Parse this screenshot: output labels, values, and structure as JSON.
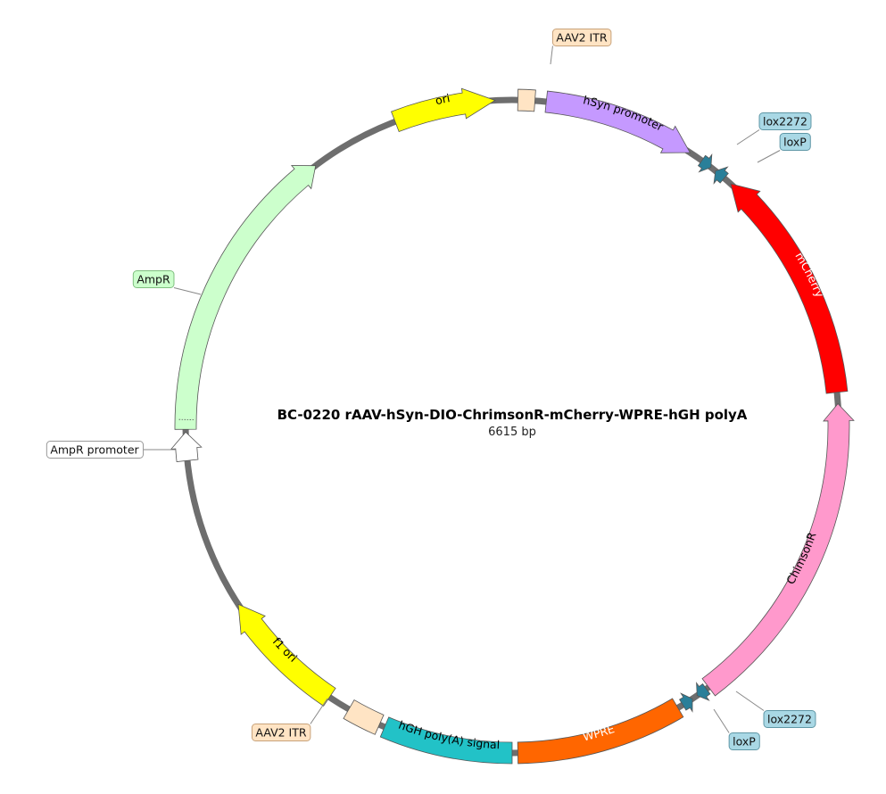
{
  "map": {
    "title": "BC-0220  rAAV-hSyn-DIO-ChrimsonR-mCherry-WPRE-hGH polyA",
    "size_label": "6615 bp",
    "features": [
      {
        "id": "ori",
        "label": "ori",
        "color": "#ffff00",
        "text_color": "#000000",
        "start": 339,
        "end": 357,
        "arrow": "cw",
        "label_mode": "inside"
      },
      {
        "id": "aav2-itr-top",
        "label": "AAV2 ITR",
        "color": "#ffe4c4",
        "start": 1,
        "end": 4,
        "arrow": "none",
        "label_mode": "external"
      },
      {
        "id": "hsyn-promoter",
        "label": "hSyn promoter",
        "color": "#c599ff",
        "text_color": "#000000",
        "start": 6,
        "end": 33,
        "arrow": "cw",
        "label_mode": "inside"
      },
      {
        "id": "lox2272-top",
        "label": "lox2272",
        "color": "#2a7f99",
        "start": 35.5,
        "end": 37.5,
        "arrow": "cw",
        "label_mode": "external"
      },
      {
        "id": "loxp-top",
        "label": "loxP",
        "color": "#2a7f99",
        "start": 38.5,
        "end": 40.5,
        "arrow": "ccw",
        "label_mode": "external"
      },
      {
        "id": "mcherry",
        "label": "mCherry",
        "color": "#ff0000",
        "text_color": "#ffffff",
        "start": 42,
        "end": 84,
        "arrow": "ccw",
        "label_mode": "inside"
      },
      {
        "id": "chimsonr",
        "label": "ChimsonR",
        "color": "#ff99cc",
        "text_color": "#000000",
        "start": 86,
        "end": 143,
        "arrow": "ccw",
        "label_mode": "inside"
      },
      {
        "id": "lox2272-bot",
        "label": "lox2272",
        "color": "#2a7f99",
        "start": 143.5,
        "end": 145.5,
        "arrow": "cw",
        "label_mode": "external"
      },
      {
        "id": "loxp-bot",
        "label": "loxP",
        "color": "#2a7f99",
        "start": 146.5,
        "end": 148.5,
        "arrow": "ccw",
        "label_mode": "external"
      },
      {
        "id": "wpre",
        "label": "WPRE",
        "color": "#ff6600",
        "text_color": "#ffffff",
        "start": 149.5,
        "end": 179,
        "arrow": "none",
        "label_mode": "inside"
      },
      {
        "id": "hgh-polya",
        "label": "hGH poly(A) signal",
        "color": "#22c2c7",
        "text_color": "#000000",
        "start": 180,
        "end": 203,
        "arrow": "none",
        "label_mode": "inside"
      },
      {
        "id": "aav2-itr-bot",
        "label": "AAV2 ITR",
        "color": "#ffe4c4",
        "start": 204,
        "end": 210,
        "arrow": "none",
        "label_mode": "external"
      },
      {
        "id": "f1-ori",
        "label": "f1 ori",
        "color": "#ffff00",
        "text_color": "#000000",
        "start": 214,
        "end": 237,
        "arrow": "cw",
        "label_mode": "inside"
      },
      {
        "id": "ampr-promoter",
        "label": "AmpR promoter",
        "color": "#ffffff",
        "start": 264,
        "end": 269,
        "arrow": "cw",
        "label_mode": "external"
      },
      {
        "id": "ampr",
        "label": "AmpR",
        "color": "#ccffcc",
        "start": 269.5,
        "end": 323,
        "arrow": "cw",
        "label_mode": "external"
      }
    ],
    "external_labels": [
      {
        "feature": "aav2-itr-top",
        "text": "AAV2 ITR",
        "fill": "#ffe4c4",
        "stroke": "#c8a27a"
      },
      {
        "feature": "lox2272-top",
        "text": "lox2272",
        "fill": "#a9d8e5",
        "stroke": "#5f97a6"
      },
      {
        "feature": "loxp-top",
        "text": "loxP",
        "fill": "#a9d8e5",
        "stroke": "#5f97a6"
      },
      {
        "feature": "lox2272-bot",
        "text": "lox2272",
        "fill": "#a9d8e5",
        "stroke": "#5f97a6"
      },
      {
        "feature": "loxp-bot",
        "text": "loxP",
        "fill": "#a9d8e5",
        "stroke": "#5f97a6"
      },
      {
        "feature": "aav2-itr-bot",
        "text": "AAV2 ITR",
        "fill": "#ffe4c4",
        "stroke": "#c8a27a"
      },
      {
        "feature": "ampr-promoter",
        "text": "AmpR promoter",
        "fill": "#ffffff",
        "stroke": "#999999"
      },
      {
        "feature": "ampr",
        "text": "AmpR",
        "fill": "#ccffcc",
        "stroke": "#7fbf7f"
      }
    ]
  }
}
